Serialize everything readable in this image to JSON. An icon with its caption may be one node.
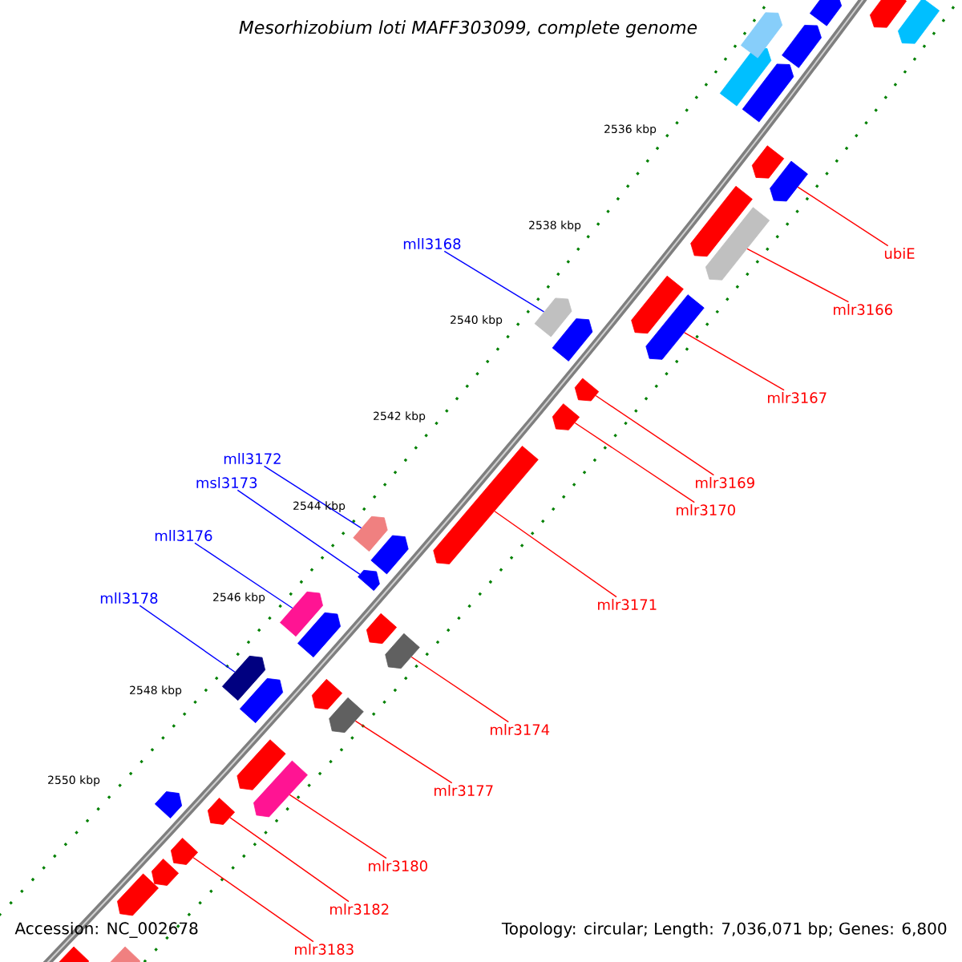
{
  "diagram": {
    "title": "Mesorhizobium loti MAFF303099, complete genome",
    "nodes": [
      {
        "text": [
          "mll3168"
        ]
      },
      {
        "text": [
          "ubiE"
        ]
      },
      {
        "text": [
          "mlr3166"
        ]
      },
      {
        "text": [
          "mlr3167"
        ]
      },
      {
        "text": [
          "mll3172"
        ]
      },
      {
        "text": [
          "mlr3169"
        ]
      },
      {
        "text": [
          "msl3173"
        ]
      },
      {
        "text": [
          "mlr3170"
        ]
      },
      {
        "text": [
          "mll3176"
        ]
      },
      {
        "text": [
          "mll3178"
        ]
      },
      {
        "text": [
          "mlr3171"
        ]
      },
      {
        "text": [
          "mlr3174"
        ]
      },
      {
        "text": [
          "mlr3177"
        ]
      },
      {
        "text": [
          "mlr3180"
        ]
      },
      {
        "text": [
          "mlr3182"
        ]
      },
      {
        "text": [
          "mlr3183"
        ]
      },
      {
        "text": [],
        "shape": "box"
      },
      {
        "text": [],
        "shape": "box"
      },
      {
        "text": [],
        "shape": "box"
      },
      {
        "text": [],
        "shape": "box"
      },
      {
        "text": [],
        "shape": "box"
      },
      {
        "text": [],
        "shape": "box"
      },
      {
        "text": [],
        "shape": "box"
      },
      {
        "text": [],
        "shape": "box"
      },
      {
        "text": [],
        "shape": "box"
      },
      {
        "text": [],
        "shape": "box"
      },
      {
        "text": [],
        "shape": "box"
      },
      {
        "text": [],
        "shape": "box"
      },
      {
        "text": [],
        "shape": "box"
      },
      {
        "text": [],
        "shape": "box"
      },
      {
        "text": [],
        "shape": "box"
      },
      {
        "text": [],
        "shape": "box"
      },
      {
        "text": [],
        "shape": "box"
      },
      {
        "text": [],
        "shape": "box"
      },
      {
        "text": [],
        "shape": "box"
      },
      {
        "text": [],
        "shape": "box"
      },
      {
        "text": [],
        "shape": "box"
      },
      {
        "text": [],
        "shape": "box"
      },
      {
        "text": [],
        "shape": "box"
      },
      {
        "text": [],
        "shape": "box"
      },
      {
        "text": [],
        "shape": "box"
      },
      {
        "text": [],
        "shape": "box"
      },
      {
        "text": [],
        "shape": "box"
      },
      {
        "text": [],
        "shape": "box"
      },
      {
        "text": [],
        "shape": "box"
      },
      {
        "text": [],
        "shape": "box"
      },
      {
        "text": [],
        "shape": "box"
      },
      {
        "text": [],
        "shape": "box"
      },
      {
        "text": [],
        "shape": "box"
      },
      {
        "text": [],
        "shape": "box"
      },
      {
        "text": [],
        "shape": "box"
      },
      {
        "text": [],
        "shape": "box"
      },
      {
        "text": [],
        "shape": "box"
      },
      {
        "text": [],
        "shape": "box"
      }
    ],
    "edges": [
      {
        "from": 0,
        "to": 16,
        "arrow": "none",
        "color": "#0000ff"
      },
      {
        "from": 1,
        "to": 17,
        "arrow": "none"
      },
      {
        "from": 2,
        "to": 18,
        "arrow": "none"
      },
      {
        "from": 3,
        "to": 19,
        "arrow": "none"
      },
      {
        "from": 4,
        "to": 20,
        "arrow": "none",
        "color": "#0000ff"
      },
      {
        "from": 5,
        "to": 21,
        "arrow": "none"
      },
      {
        "from": 6,
        "to": 22,
        "arrow": "none",
        "color": "#0000ff"
      },
      {
        "from": 7,
        "to": 23,
        "arrow": "none"
      },
      {
        "from": 8,
        "to": 24,
        "arrow": "none",
        "color": "#0000ff"
      },
      {
        "from": 9,
        "to": 25,
        "arrow": "none",
        "color": "#0000ff"
      },
      {
        "from": 10,
        "to": 26,
        "arrow": "none"
      },
      {
        "from": 11,
        "to": 27,
        "arrow": "none"
      },
      {
        "from": 12,
        "to": 28,
        "arrow": "none"
      },
      {
        "from": 13,
        "to": 29,
        "arrow": "none"
      },
      {
        "from": 14,
        "to": 30,
        "arrow": "none"
      },
      {
        "from": 15,
        "to": 31,
        "arrow": "none"
      }
    ],
    "labels": [
      "2536 kbp",
      "2538 kbp",
      "2540 kbp",
      "2542 kbp",
      "2544 kbp",
      "2546 kbp",
      "2548 kbp",
      "2550 kbp",
      "Accession: NC_002678",
      "Topology: circular; Length: 7,036,071 bp; Genes: 6,800"
    ]
  }
}
